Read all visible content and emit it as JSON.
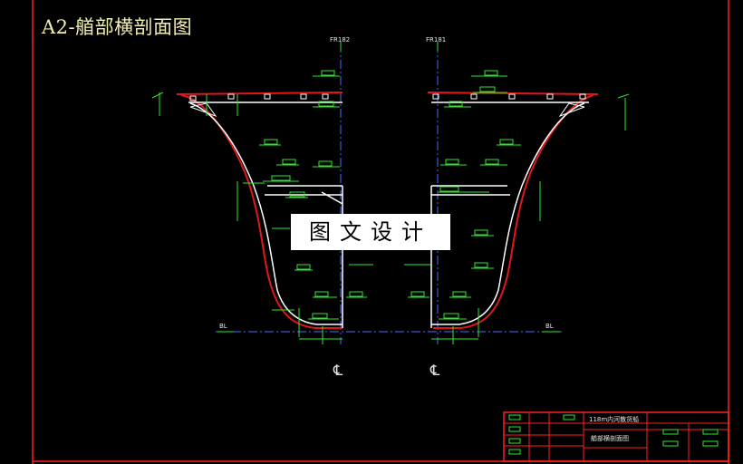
{
  "drawing": {
    "title": "A2-艏部横剖面图",
    "frame_left": "FR182",
    "frame_right": "FR181",
    "baseline_left": "BL",
    "baseline_right": "BL",
    "centerline_symbol": "℄",
    "watermark": "图文设计"
  },
  "title_block": {
    "project": "118m内河散货船",
    "drawing_name": "艏部横剖面图"
  },
  "colors": {
    "background": "#000000",
    "border": "#ff2020",
    "hull_outline": "#e01818",
    "structure": "#ffffff",
    "dimension": "#2ee82e",
    "centerline": "#4f6bff",
    "title_text": "#f2eeb0"
  }
}
